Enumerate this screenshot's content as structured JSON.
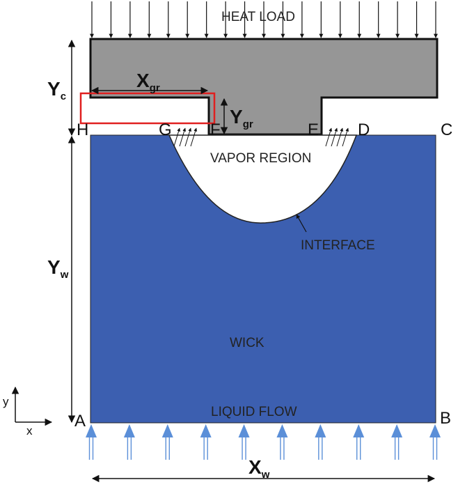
{
  "labels": {
    "heat_load": "HEAT LOAD",
    "vapor_region": "VAPOR REGION",
    "interface": "INTERFACE",
    "wick": "WICK",
    "liquid_flow": "LIQUID FLOW"
  },
  "points": {
    "A": "A",
    "B": "B",
    "C": "C",
    "D": "D",
    "E": "E",
    "F": "F",
    "G": "G",
    "H": "H"
  },
  "dimensions": {
    "yc": {
      "main": "Y",
      "sub": "c"
    },
    "xgr": {
      "main": "X",
      "sub": "gr"
    },
    "ygr": {
      "main": "Y",
      "sub": "gr"
    },
    "yw": {
      "main": "Y",
      "sub": "w"
    },
    "xw": {
      "main": "X",
      "sub": "w"
    }
  },
  "axes": {
    "x": "x",
    "y": "y"
  },
  "colors": {
    "wick": "#3c5fb0",
    "casing": "#969696",
    "outline": "#111111",
    "highlight": "#e02020",
    "inflow": "#5b8fd8"
  },
  "counts": {
    "heat_arrows": 19,
    "inflow_arrows": 10,
    "wall_arrows_per_side": 4
  }
}
